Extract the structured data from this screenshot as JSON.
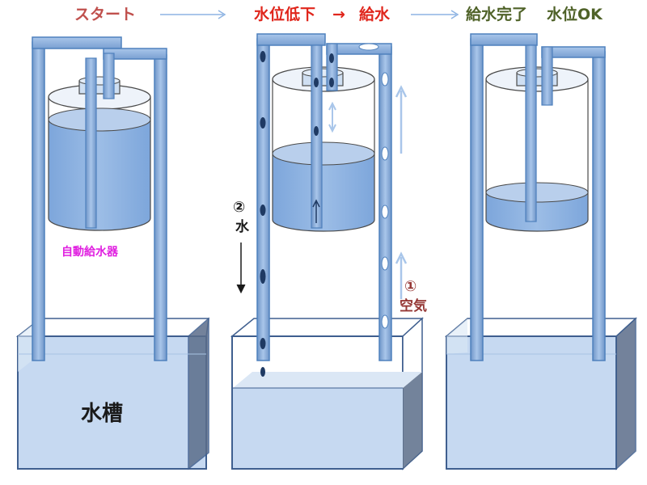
{
  "header": {
    "step1": "スタート",
    "step2": "水位低下",
    "step2_arrow": "→",
    "step3": "給水",
    "step4": "給水完了",
    "step5": "水位OK"
  },
  "labels": {
    "device": "自動給水器",
    "tank": "水槽",
    "water_number": "②",
    "water_text": "水",
    "air_number": "①",
    "air_text": "空気"
  },
  "colors": {
    "step1": "#c0504d",
    "step2": "#e0261c",
    "step3": "#e0261c",
    "step4": "#4f6228",
    "device_label": "#e020e0",
    "air_label": "#953735",
    "pipe": "#8eb4e3",
    "pipe_stroke": "#4f81bd",
    "water": "#8db3e2",
    "tank_water": "#c6d9f1"
  }
}
